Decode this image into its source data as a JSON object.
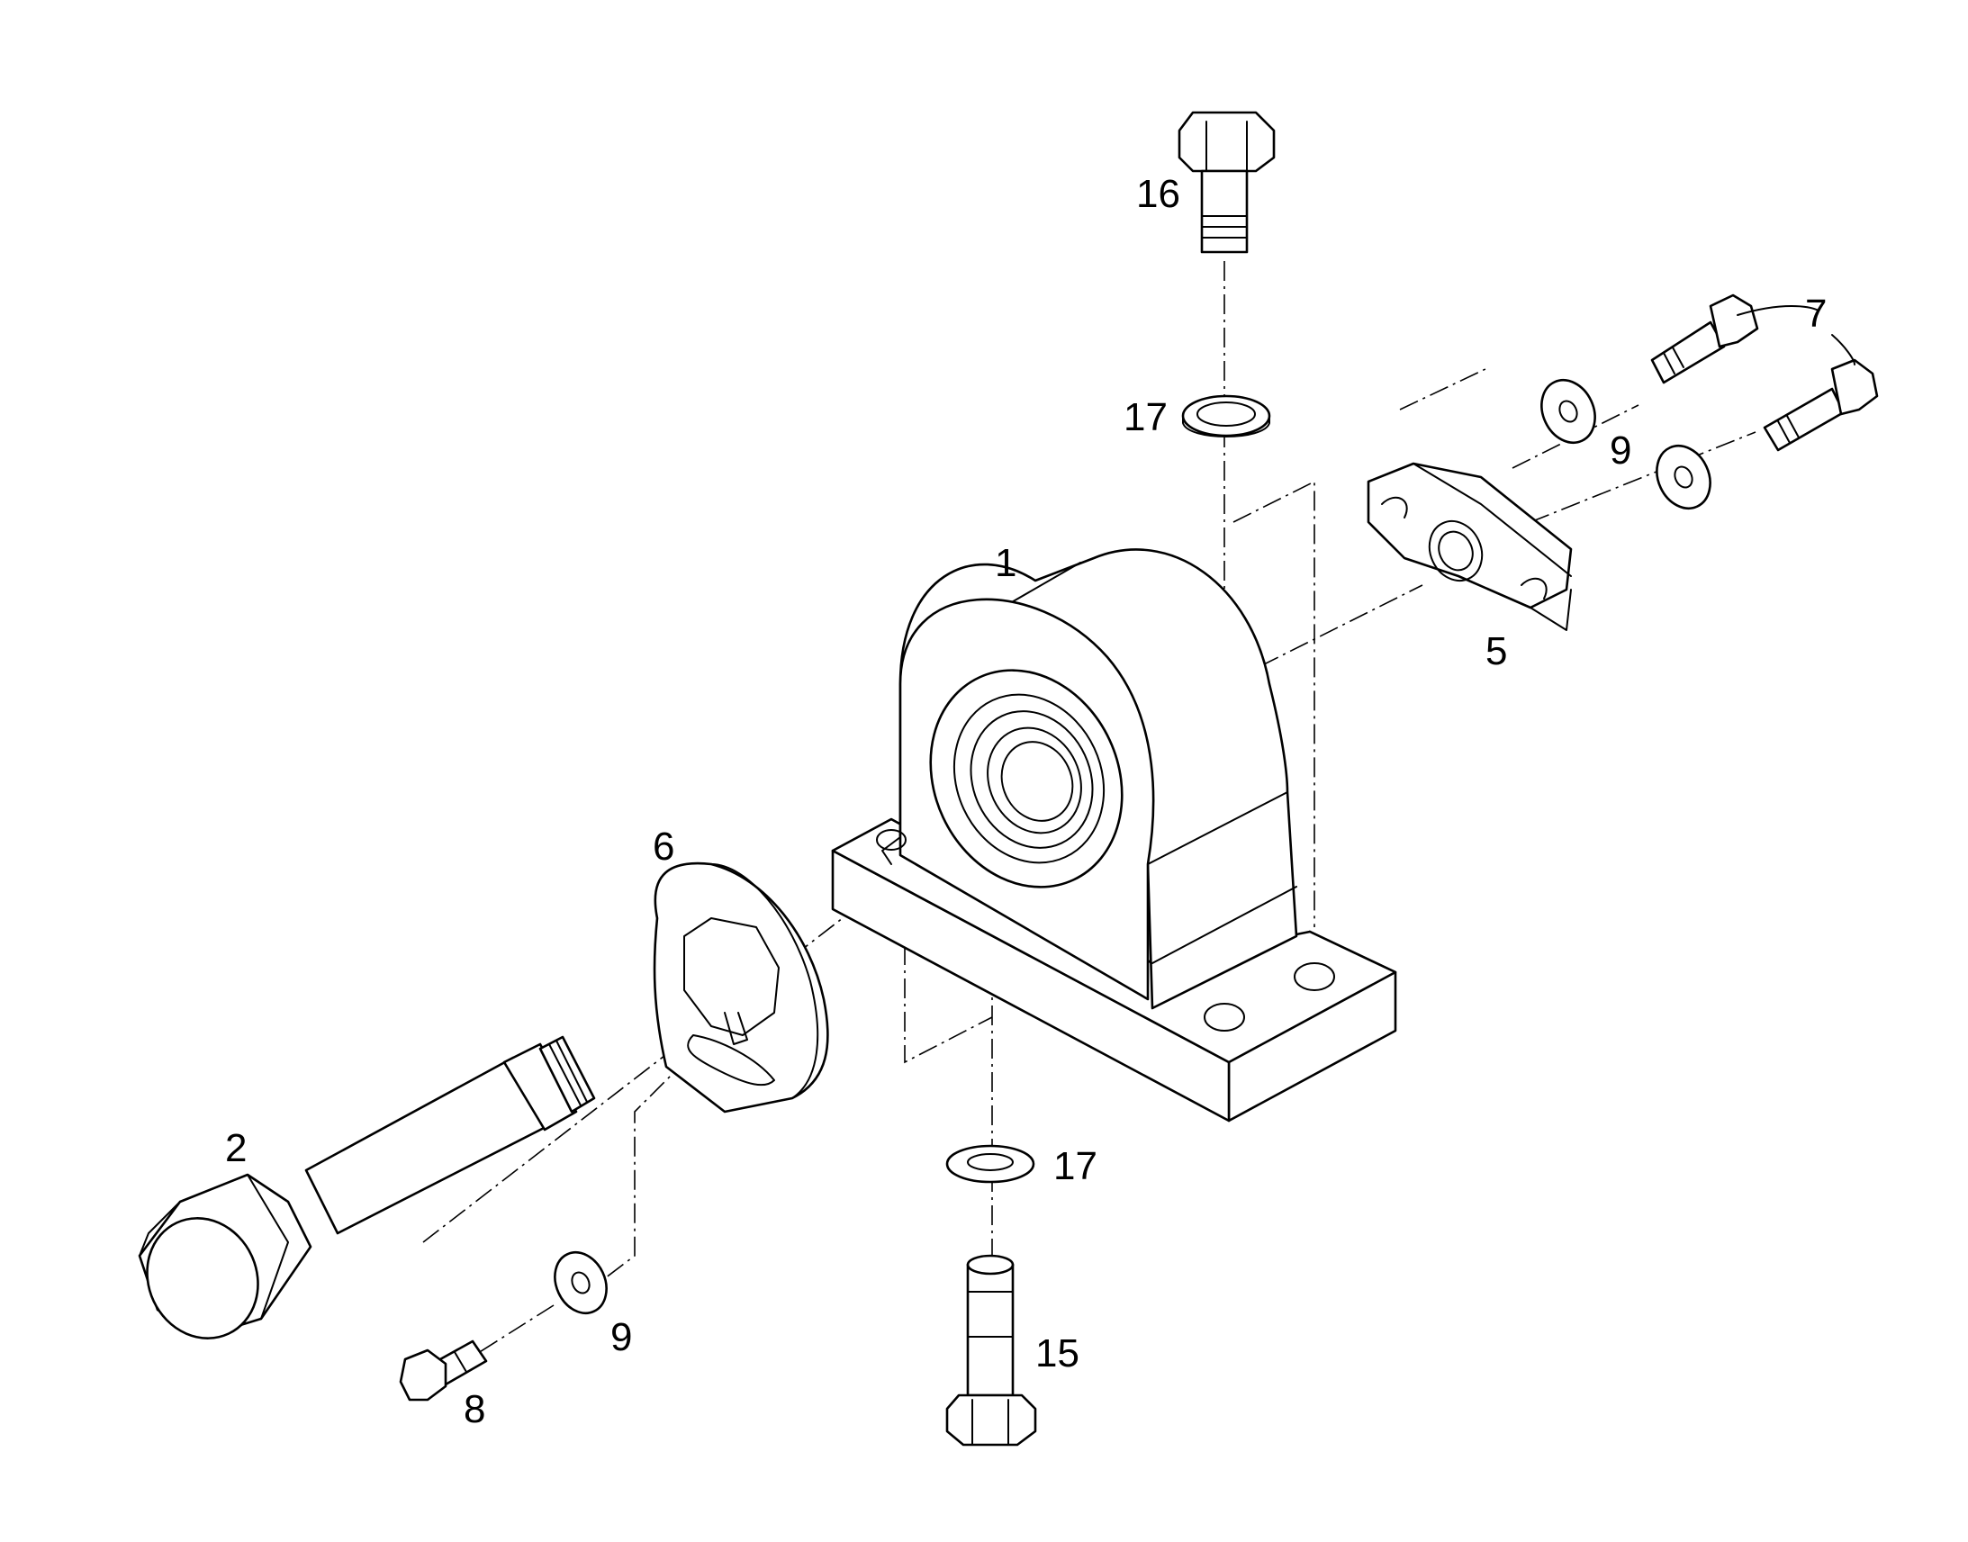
{
  "labels": {
    "part_1": "1",
    "part_2": "2",
    "part_5": "5",
    "part_6": "6",
    "part_7": "7",
    "part_8": "8",
    "part_9_lower": "9",
    "part_9_upper": "9",
    "part_15": "15",
    "part_16": "16",
    "part_17_upper": "17",
    "part_17_lower": "17"
  }
}
